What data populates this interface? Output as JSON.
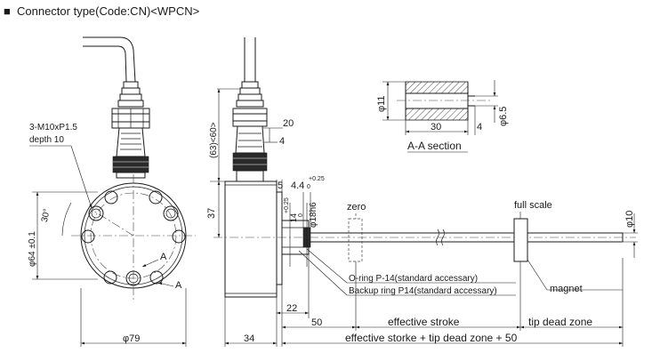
{
  "title": {
    "mark": "■",
    "text": "Connector type(Code:CN)<WPCN>"
  },
  "front_view": {
    "hole_callout_line1": "3-M10xP1.5",
    "hole_callout_line2": "depth 10",
    "angle": "30°",
    "diameter_64": "φ64 ±0.1",
    "diameter_79": "φ79",
    "section_mark_a1": "A",
    "section_mark_a2": "A"
  },
  "side_view": {
    "dim_63_60": "(63)<60>",
    "dim_20": "20",
    "dim_4": "4",
    "dim_5": "5",
    "dim_4_4": "4.4",
    "dim_4_4_tol": "+0.25",
    "dim_4_4_tol_low": "0",
    "dim_37": "37",
    "dim_14": "14",
    "dim_14_tol": "+0.25",
    "dim_14_tol_low": "0",
    "dim_18": "φ18h6",
    "dim_22": "22",
    "dim_34": "34",
    "dim_50": "50",
    "dim_10": "φ10",
    "label_zero": "zero",
    "label_full_scale": "full scale",
    "label_oring": "O-ring P-14(standard accessary)",
    "label_backup": "Backup ring P14(standard accessary)",
    "label_magnet": "magnet",
    "label_effective_stroke": "effective stroke",
    "label_tip_dead_zone": "tip dead zone",
    "label_total": "effective storke + tip dead zone + 50"
  },
  "section_view": {
    "dim_11": "φ11",
    "dim_30": "30",
    "dim_4": "4",
    "dim_6_5": "φ6.5",
    "label": "A-A section"
  },
  "colors": {
    "line": "#1a1a1a",
    "background": "#ffffff"
  }
}
